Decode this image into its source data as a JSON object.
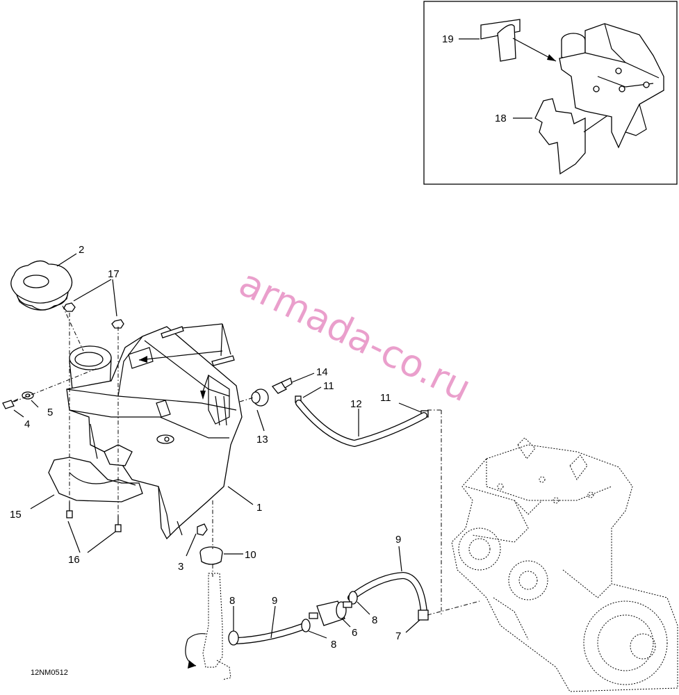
{
  "diagram": {
    "code": "12NM0512",
    "watermark": "armada-co.ru",
    "inset_labels": [
      "19",
      "18"
    ],
    "labels": {
      "n1": "1",
      "n2": "2",
      "n3": "3",
      "n4": "4",
      "n5": "5",
      "n6": "6",
      "n7": "7",
      "n8a": "8",
      "n8b": "8",
      "n8c": "8",
      "n9a": "9",
      "n9b": "9",
      "n10": "10",
      "n11a": "11",
      "n11b": "11",
      "n12": "12",
      "n13": "13",
      "n14": "14",
      "n15": "15",
      "n16": "16",
      "n17": "17"
    }
  }
}
